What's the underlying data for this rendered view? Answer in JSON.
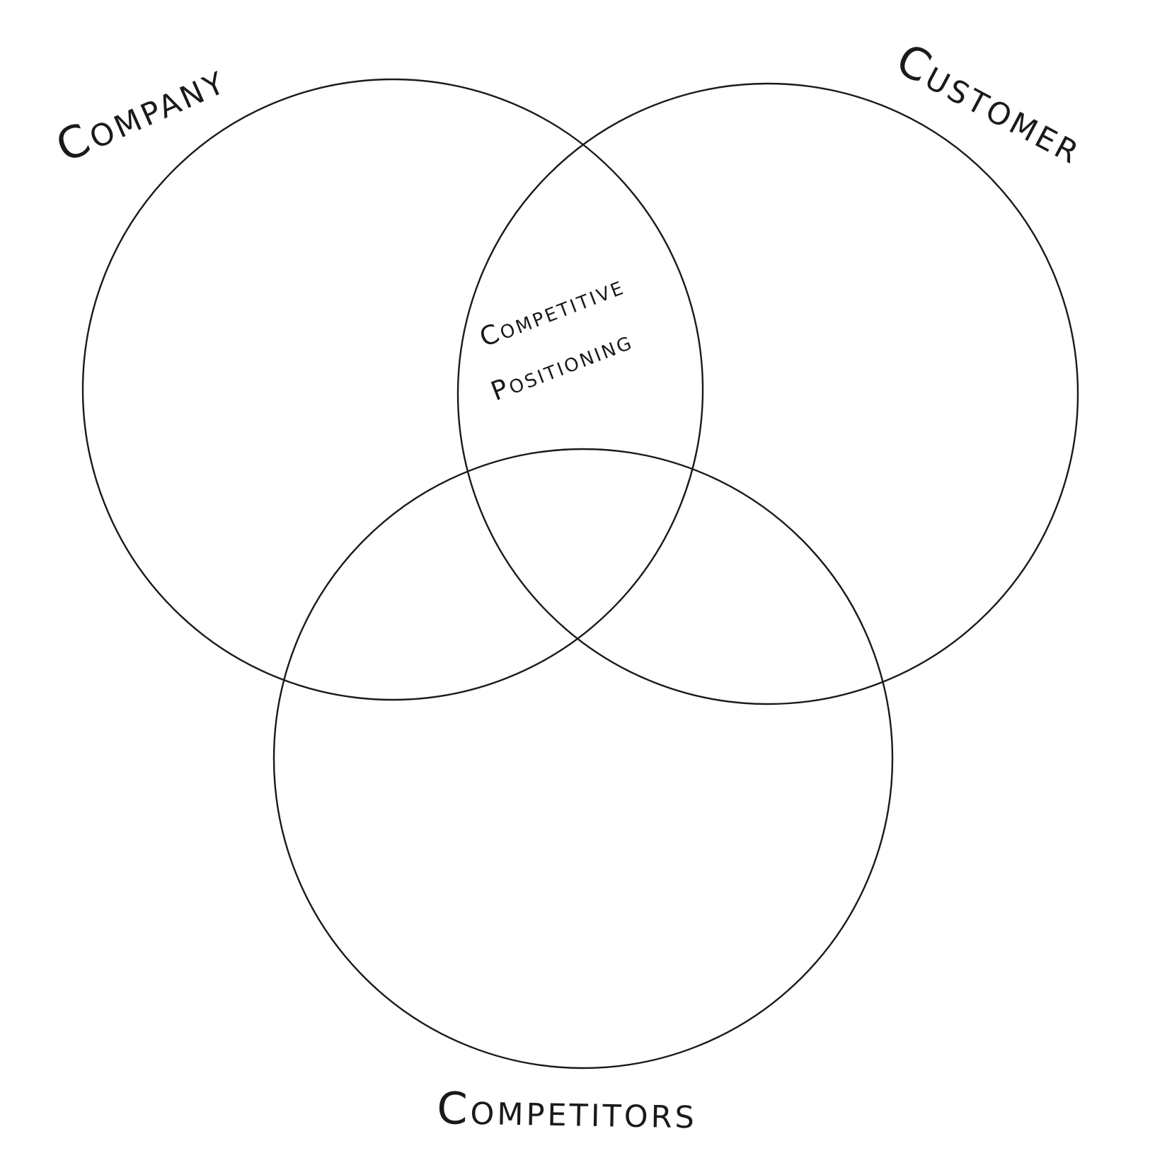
{
  "diagram": {
    "sets": [
      {
        "label": "Company"
      },
      {
        "label": "Customer"
      },
      {
        "label": "Competitors"
      }
    ],
    "intersection": {
      "line1": "Competitive",
      "line2": "Positioning"
    },
    "stroke_color": "#1a1a1a",
    "background": "#ffffff"
  }
}
